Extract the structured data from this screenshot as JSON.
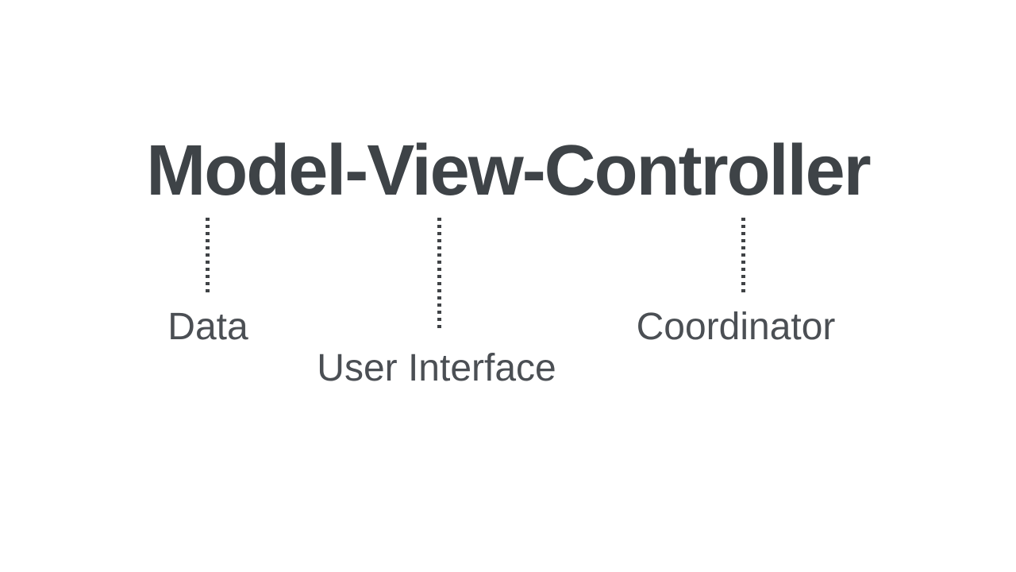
{
  "diagram": {
    "title": "Model-View-Controller",
    "annotations": [
      {
        "term": "Model",
        "label": "Data"
      },
      {
        "term": "View",
        "label": "User Interface"
      },
      {
        "term": "Controller",
        "label": "Coordinator"
      }
    ],
    "colors": {
      "background": "#ffffff",
      "title_text": "#3e4347",
      "label_text": "#4b4f54",
      "connector": "#404346"
    }
  }
}
